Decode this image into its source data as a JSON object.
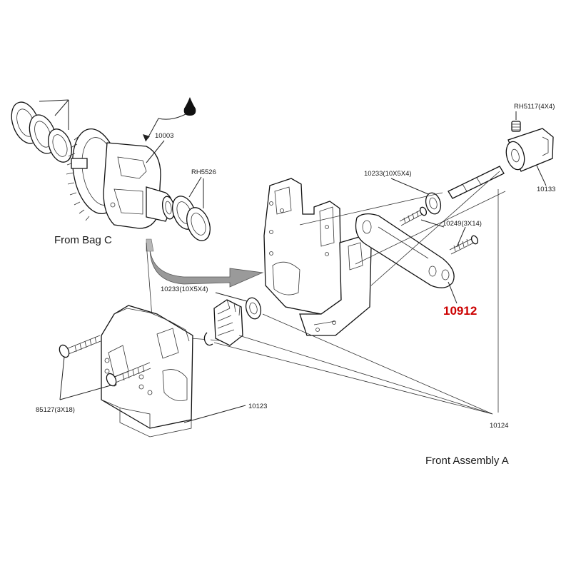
{
  "diagram": {
    "labels": {
      "part_10003": "10003",
      "part_rh5526": "RH5526",
      "from_bag_c": "From Bag C",
      "part_rh5117": "RH5117(4X4)",
      "part_10133": "10133",
      "part_10233_top": "10233(10X5X4)",
      "part_10249": "10249(3X14)",
      "part_10912": "10912",
      "part_10233_mid": "10233(10X5X4)",
      "part_85127": "85127(3X18)",
      "part_10123": "10123",
      "part_10124": "10124",
      "front_assembly": "Front Assembly A"
    },
    "colors": {
      "line": "#222222",
      "highlight": "#cc0000",
      "oil_drop": "#111111",
      "arrow_fill": "#9a9a9a"
    },
    "icons": {
      "oil": "oil-drop-icon",
      "direction": "curved-arrow-icon"
    }
  }
}
